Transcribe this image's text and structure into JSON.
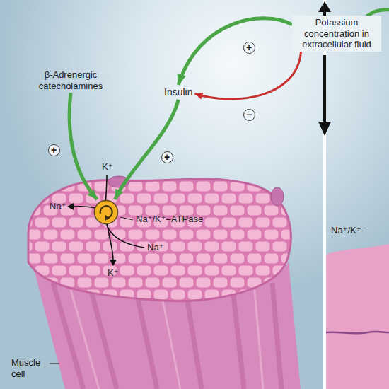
{
  "diagram": {
    "nodes": [
      {
        "text": [
          "Potassium concentration in extracellular fluid"
        ]
      },
      {
        "text": [
          "Insulin"
        ]
      },
      {
        "text": [
          "β-Adrenergic catecholamines"
        ]
      },
      {
        "text": [
          "Na⁺/K⁺–ATPase"
        ]
      }
    ],
    "edges": [
      {
        "from": 0,
        "to": 1,
        "arrow": "to"
      },
      {
        "from": 0,
        "to": 1,
        "arrow": "to"
      },
      {
        "from": 1,
        "to": 3,
        "arrow": "to"
      },
      {
        "from": 2,
        "to": 3,
        "arrow": "to"
      }
    ],
    "labels": [
      "+",
      "−",
      "+",
      "+",
      "K⁺",
      "Na⁺",
      "Na⁺",
      "K⁺",
      "Muscle cell",
      "Na⁺/K⁺–"
    ]
  }
}
